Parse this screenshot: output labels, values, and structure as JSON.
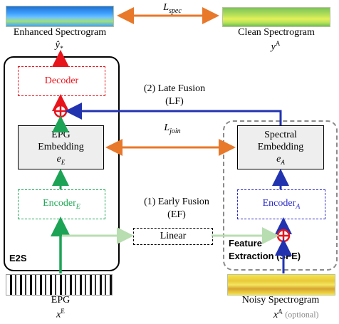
{
  "enhanced": {
    "title": "Enhanced Spectrogram",
    "symbol": "ŷ*"
  },
  "clean": {
    "title": "Clean Spectrogram",
    "symbol": "yA"
  },
  "loss_spec": "Lspec",
  "loss_join": "Ljoin",
  "e2s": {
    "tag": "E2S",
    "decoder": "Decoder",
    "epg_embedding": [
      "EPG",
      "Embedding",
      "eE"
    ],
    "encoder": "EncoderE"
  },
  "late_fusion": [
    "(2) Late Fusion",
    "(LF)"
  ],
  "early_fusion": [
    "(1) Early Fusion",
    "(EF)"
  ],
  "linear": "Linear",
  "sfe": {
    "spectral_embedding": [
      "Spectral",
      "Embedding",
      "eA"
    ],
    "encoder": "EncoderA",
    "tag_line1": "Feature",
    "tag_line2": "Extraction (SFE)"
  },
  "epg": {
    "title": "EPG",
    "symbol": "xE"
  },
  "noisy": {
    "title": "Noisy Spectrogram",
    "symbol": "xA",
    "note": "(optional)"
  },
  "colors": {
    "decoder": "#e8141c",
    "encoder_e": "#22a858",
    "encoder_a": "#2b2bc8",
    "orange": "#e8782a",
    "blue_arrow": "#2233b0",
    "green_arrow": "#1da355",
    "light_green": "#b8ddb0",
    "gray_dash": "#8a8a8a"
  }
}
